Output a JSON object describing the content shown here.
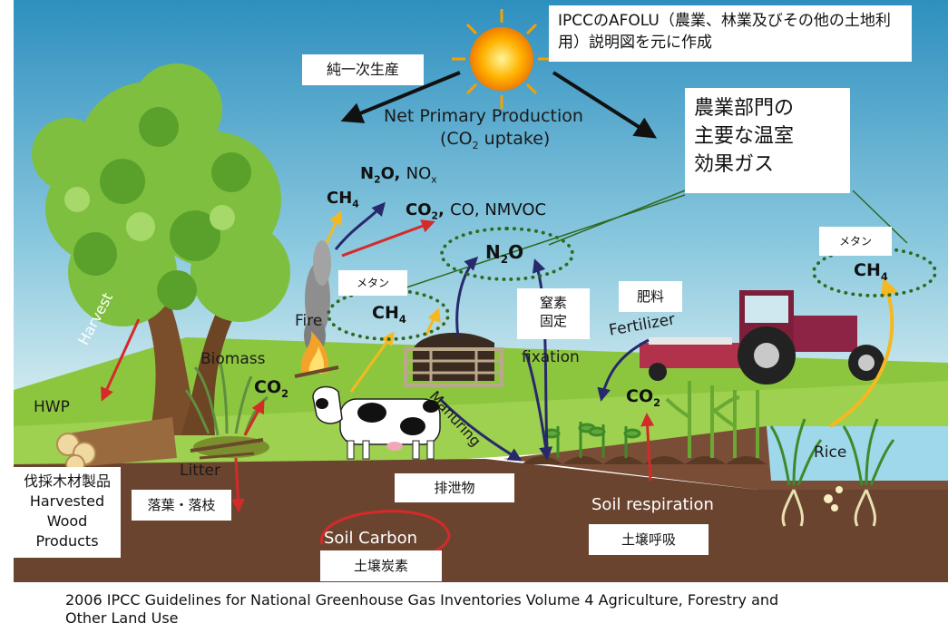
{
  "credit_note": "IPCCのAFOLU（農業、林業及びその他の土地利用）説明図を元に作成",
  "npp_jp": "純一次生産",
  "npp_en": "Net Primary Production",
  "npp_sub_pre": "(CO",
  "npp_sub_num": "2",
  "npp_sub_post": " uptake)",
  "ghg_title_line1": "農業部門の",
  "ghg_title_line2": "主要な温室",
  "ghg_title_line3": "効果ガス",
  "fire_label": "Fire",
  "biomass_label": "Biomass",
  "litter_label": "Litter",
  "hwp_label": "HWP",
  "harvest_label": "Harvest",
  "hwp_jp": "伐採木材製品",
  "hwp_en_1": "Harvested",
  "hwp_en_2": "Wood",
  "hwp_en_3": "Products",
  "litter_jp": "落葉・落枝",
  "manure_jp": "排泄物",
  "manuring_label": "Manuring",
  "fixation_jp_1": "窒素",
  "fixation_jp_2": "固定",
  "fixation_label": "fixation",
  "fertilizer_jp": "肥料",
  "fertilizer_label": "Fertilizer",
  "soil_resp_label": "Soil respiration",
  "soil_resp_jp": "土壌呼吸",
  "soil_carbon_label": "Soil Carbon",
  "soil_carbon_jp": "土壌炭素",
  "rice_label": "Rice",
  "methane_jp": "メタン",
  "fire_ch4_text": "CH",
  "fire_ch4_num": "4",
  "fire_n2o_a": "N",
  "fire_n2o_num": "2",
  "fire_n2o_b": "O,",
  "fire_nox_a": "NO",
  "fire_nox_num": "x",
  "fire_co2_a": "CO",
  "fire_co2_num": "2",
  "fire_co2_b": ",",
  "fire_other": "CO, NMVOC",
  "n2o_a": "N",
  "n2o_num": "2",
  "n2o_b": "O",
  "ch4_a": "CH",
  "ch4_num": "4",
  "co2_a": "CO",
  "co2_num": "2",
  "caption_line1": "2006 IPCC Guidelines for National Greenhouse Gas Inventories Volume 4 Agriculture, Forestry and",
  "caption_line2": "Other Land Use",
  "colors": {
    "sky_top": "#2e8fbf",
    "sky_bottom": "#d8eef2",
    "grass": "#8cc63f",
    "soil": "#6b4430",
    "arrow_dark": "#111111",
    "arrow_yellow": "#f6b820",
    "arrow_red": "#d42a2a",
    "arrow_navy": "#27296b",
    "ring_green": "#2d6a1f"
  }
}
